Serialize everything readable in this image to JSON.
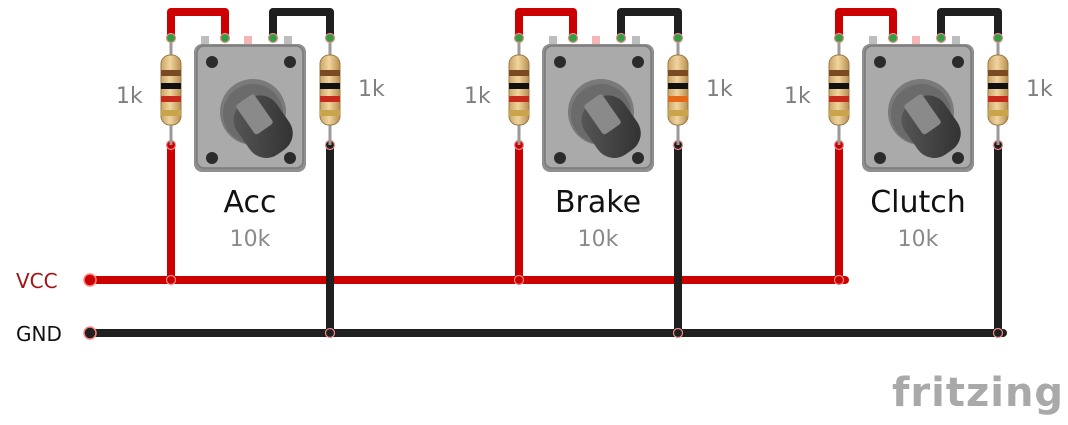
{
  "rails": {
    "vcc": {
      "label": "VCC",
      "color": "#cc0000",
      "label_color": "#a31515"
    },
    "gnd": {
      "label": "GND",
      "color": "#1a1a1a",
      "label_color": "#111111"
    }
  },
  "pots": [
    {
      "title": "Acc",
      "value": "10k"
    },
    {
      "title": "Brake",
      "value": "10k"
    },
    {
      "title": "Clutch",
      "value": "10k"
    }
  ],
  "resistors": [
    {
      "label": "1k"
    },
    {
      "label": "1k"
    },
    {
      "label": "1k"
    },
    {
      "label": "1k"
    },
    {
      "label": "1k"
    },
    {
      "label": "1k"
    }
  ],
  "colors": {
    "wire_red": "#cc0000",
    "wire_red_edge": "#8e0000",
    "wire_black": "#1f1f1f",
    "pot_body": "#aaaaaa",
    "pot_knob": "#3f3f3f",
    "resistor_body": "#e2c188",
    "pin_green": "#2ea043"
  },
  "brand": {
    "text": "fritzing",
    "icon": "fritzing-logo"
  }
}
